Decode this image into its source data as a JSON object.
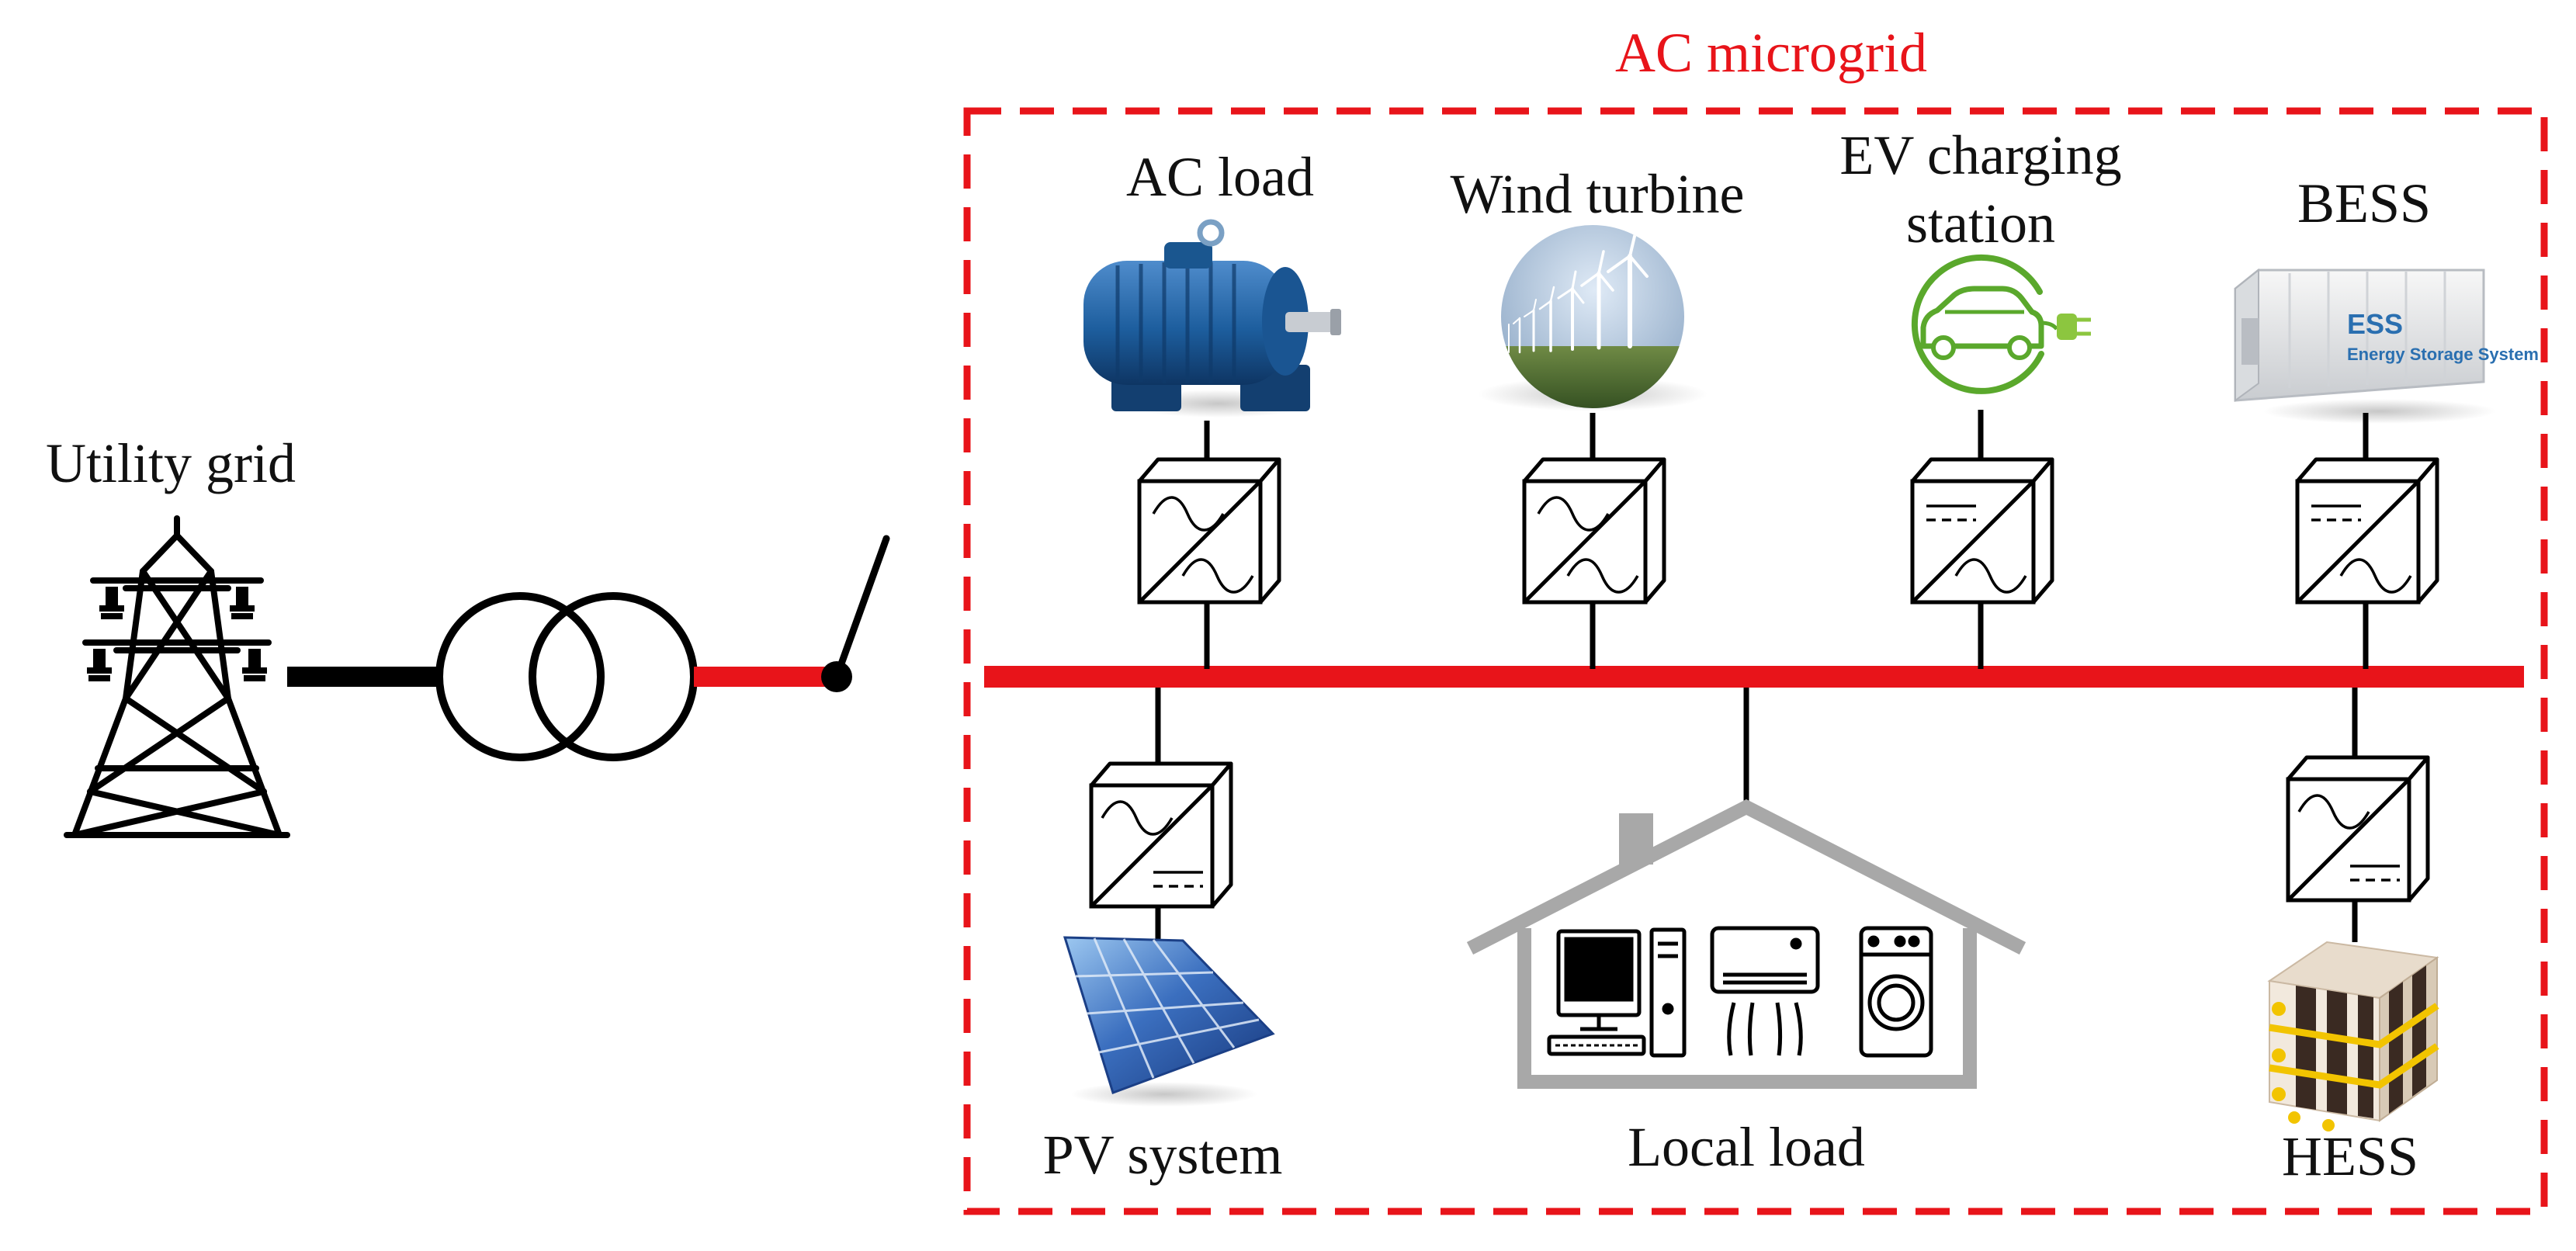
{
  "title": "AC microgrid",
  "labels": {
    "utility_grid": "Utility grid",
    "ac_load": "AC load",
    "wind_turbine": "Wind turbine",
    "ev_line1": "EV charging",
    "ev_line2": "station",
    "bess": "BESS",
    "pv_system": "PV system",
    "local_load": "Local load",
    "hess": "HESS"
  },
  "ess_container": {
    "brand": "ESS",
    "caption": "Energy Storage System"
  },
  "colors": {
    "ac_bus": "#e8141a",
    "boundary": "#e8141a",
    "grid_line": "#000000",
    "house": "#a8a8a8",
    "ev_icon": "#5aa82c",
    "motor": "#1d5e9e",
    "pv_panel": "#2b5ba8"
  },
  "converters": [
    {
      "id": "ac-load",
      "type": "AC/AC"
    },
    {
      "id": "wind",
      "type": "AC/AC"
    },
    {
      "id": "ev",
      "type": "DC/AC"
    },
    {
      "id": "bess",
      "type": "DC/AC"
    },
    {
      "id": "pv",
      "type": "AC/DC"
    },
    {
      "id": "hess",
      "type": "AC/DC"
    }
  ]
}
